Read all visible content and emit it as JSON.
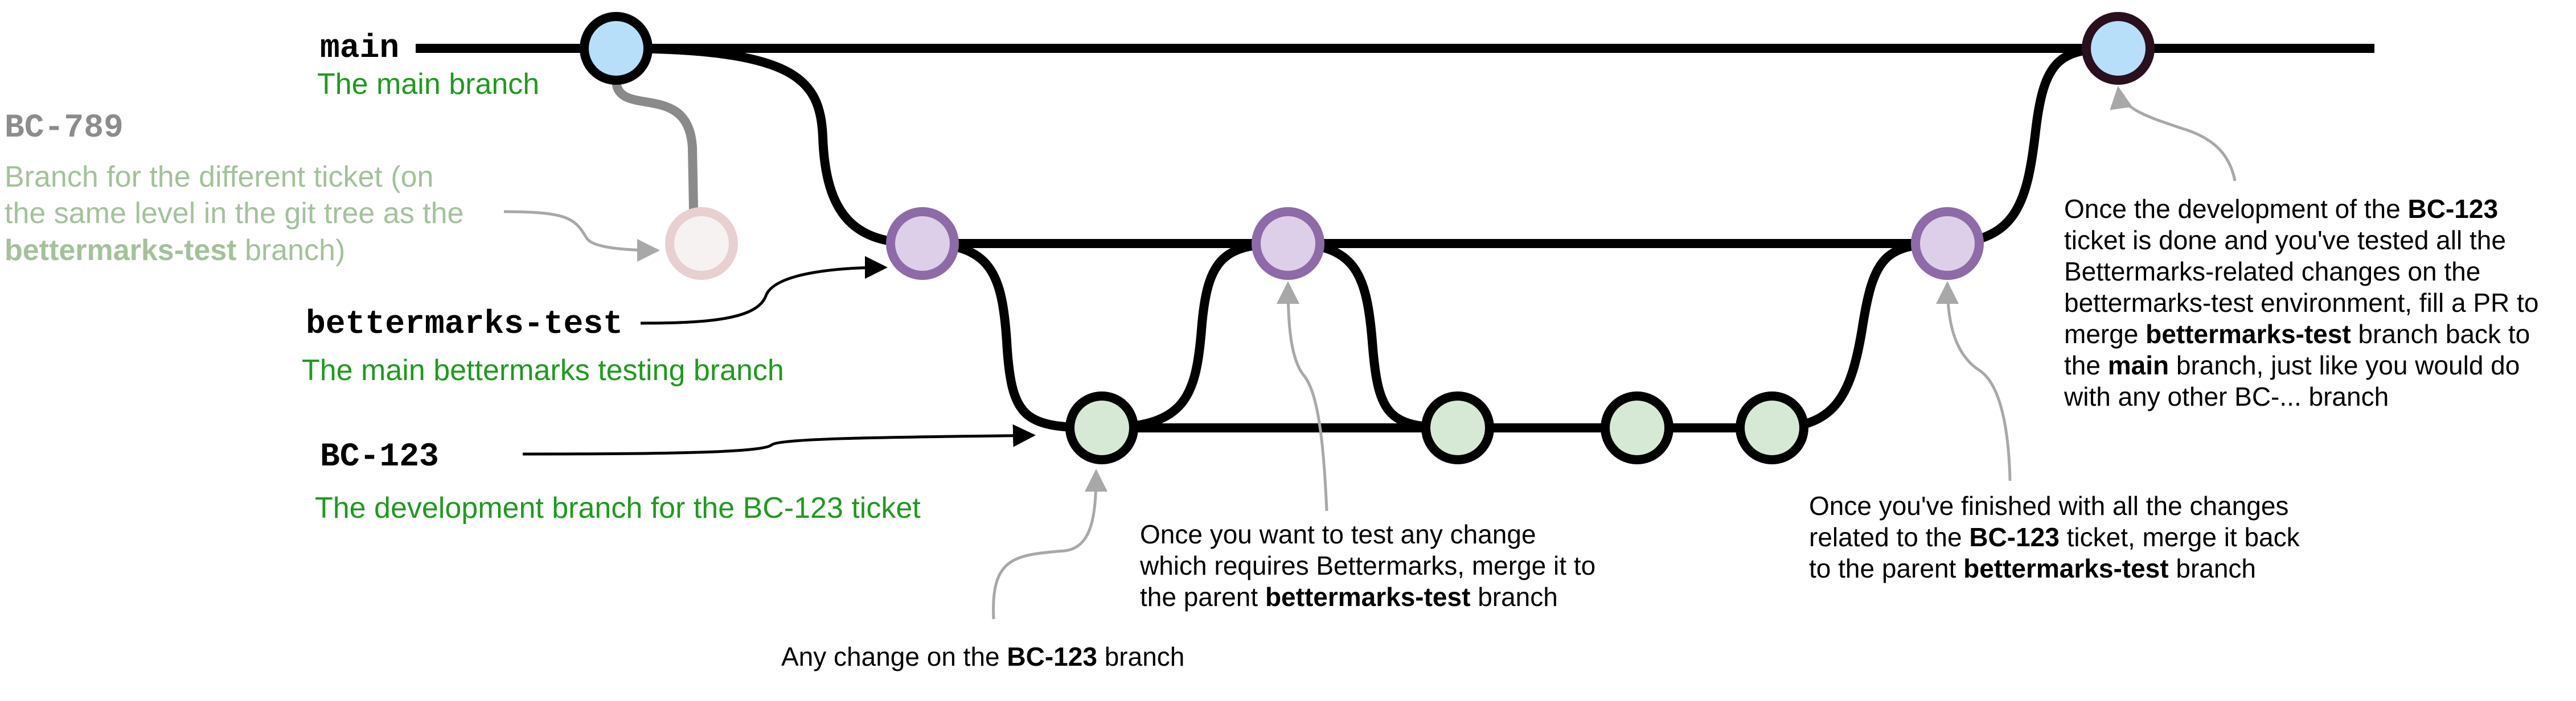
{
  "colors": {
    "line": "#000000",
    "main_commit": "#b7dffa",
    "test_commit": "#ddcfe8",
    "test_stroke": "#8e6aa8",
    "dev_commit": "#d5e9d4",
    "final_commit": "#b7dffa",
    "final_stroke": "#2a0f1f",
    "faded_commit": "#f6f2f2",
    "faded_stroke": "#e8d0d0",
    "faded_line": "#8a8a8a",
    "label_green": "#1f9a1f",
    "faded_green": "#a3c29a",
    "arrow_gray": "#a8a8a8"
  },
  "branches": {
    "main": {
      "name": "main",
      "description": "The main branch"
    },
    "bc789": {
      "name": "BC-789",
      "description_line1": "Branch for the different ticket (on",
      "description_line2": "the same level in the git tree as the",
      "description_line3_bold": "bettermarks-test",
      "description_line3_rest": " branch)"
    },
    "bettermarks_test": {
      "name": "bettermarks-test",
      "description": "The main bettermarks testing branch"
    },
    "bc123": {
      "name": "BC-123",
      "description": "The development branch for the BC-123 ticket"
    }
  },
  "notes": {
    "any_change": {
      "prefix": "Any change on the ",
      "bold": "BC-123",
      "suffix": " branch"
    },
    "test_change": {
      "line1": "Once you want to test any change",
      "line2": "which requires Bettermarks, merge it to",
      "line3_prefix": "the parent ",
      "line3_bold": "bettermarks-test",
      "line3_suffix": " branch"
    },
    "finished": {
      "line1": "Once you've finished with all the changes",
      "line2_prefix": "related to the ",
      "line2_bold": "BC-123",
      "line2_suffix": " ticket, merge it back",
      "line3_prefix": "to the parent ",
      "line3_bold": "bettermarks-test",
      "line3_suffix": " branch"
    },
    "done": {
      "line1_prefix": "Once the development of the ",
      "line1_bold": "BC-123",
      "line2": "ticket is done and you've tested all the",
      "line3": "Bettermarks-related changes on the",
      "line4": "bettermarks-test environment, fill a PR to",
      "line5_prefix": "merge ",
      "line5_bold": "bettermarks-test",
      "line5_suffix": " branch back to",
      "line6_prefix": "the ",
      "line6_bold": "main",
      "line6_suffix": " branch, just like you would do",
      "line7": "with any other BC-... branch"
    }
  }
}
